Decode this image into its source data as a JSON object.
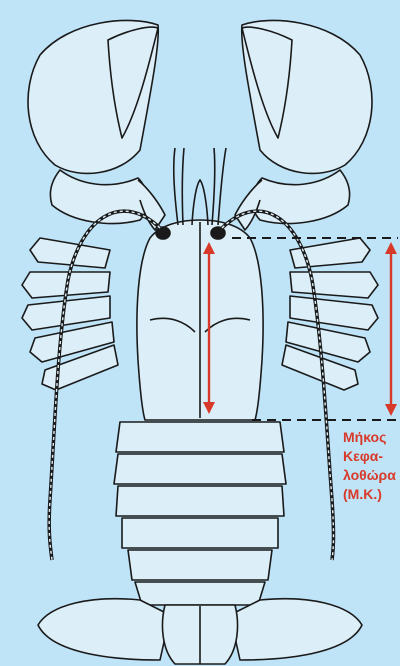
{
  "label": {
    "line1": "Μήκος",
    "line2": "Κεφα-",
    "line3": "λοθώρα",
    "line4": "(Μ.Κ.)"
  },
  "colors": {
    "background": "#bfe3f7",
    "outline": "#1a1a1a",
    "lobster_fill": "#dceff9",
    "measure_arrow": "#d83a2a",
    "guide_dash": "#1a1a1a"
  }
}
